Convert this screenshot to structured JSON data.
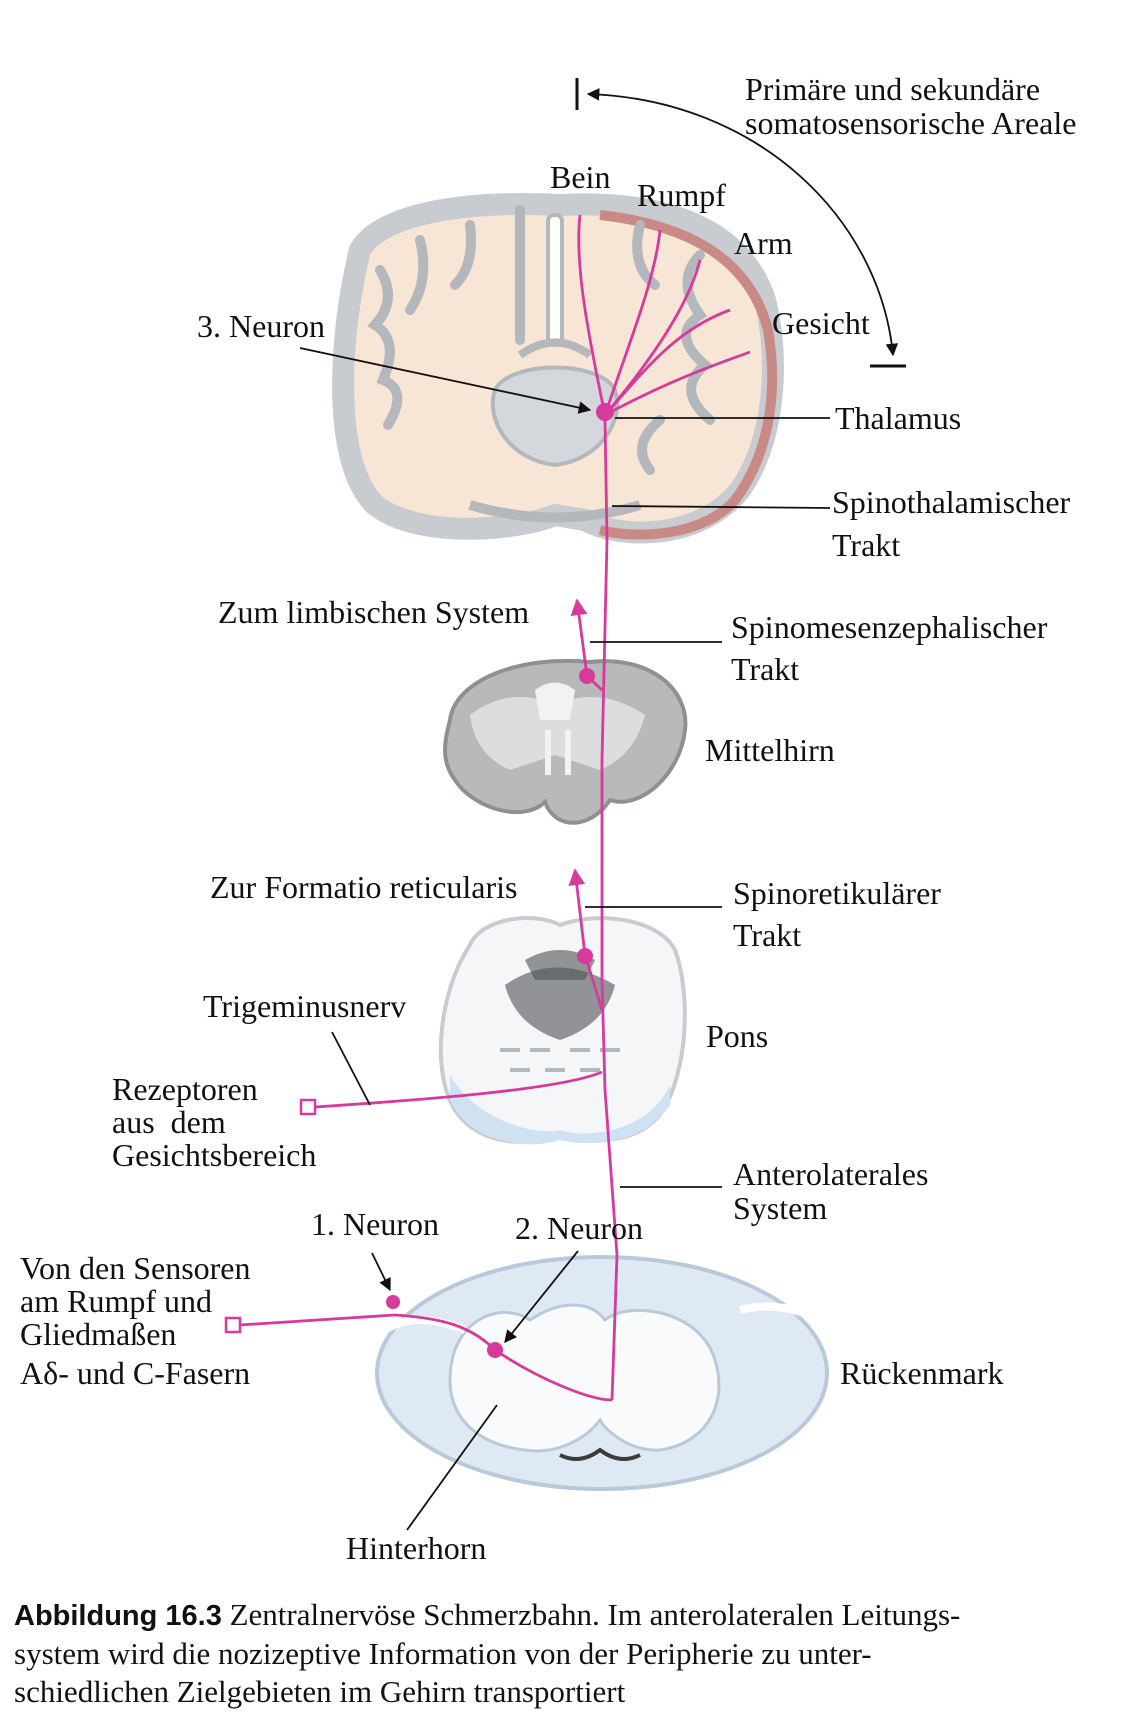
{
  "labels": {
    "areale_line1": "Primäre und sekundäre",
    "areale_line2": "somatosensorische Areale",
    "bein": "Bein",
    "rumpf": "Rumpf",
    "arm": "Arm",
    "gesicht": "Gesicht",
    "neuron3": "3. Neuron",
    "thalamus": "Thalamus",
    "spinothal_line1": "Spinothalamischer",
    "spinothal_line2": "Trakt",
    "limbisch": "Zum limbischen System",
    "spinomes_line1": "Spinomesenzephalischer",
    "spinomes_line2": "Trakt",
    "mittelhirn": "Mittelhirn",
    "formatio": "Zur Formatio reticularis",
    "spinoret_line1": "Spinoretikulärer",
    "spinoret_line2": "Trakt",
    "trigeminus": "Trigeminusnerv",
    "pons": "Pons",
    "rezeptoren_line1": "Rezeptoren",
    "rezeptoren_line2": "aus  dem",
    "rezeptoren_line3": "Gesichtsbereich",
    "anterolat_line1": "Anterolaterales",
    "anterolat_line2": "System",
    "neuron1": "1. Neuron",
    "neuron2": "2. Neuron",
    "sensoren_line1": "Von den Sensoren",
    "sensoren_line2": "am Rumpf und",
    "sensoren_line3": "Gliedmaßen",
    "fasern": "Aδ- und C-Fasern",
    "rueckenmark": "Rückenmark",
    "hinterhorn": "Hinterhorn"
  },
  "caption": {
    "figure_label": "Abbildung 16.3",
    "line1": " Zentralnervöse Schmerzbahn. Im anterolateralen Leitungs-",
    "line2": "system wird die nozizeptive Information von der Peripherie zu unter-",
    "line3": "schiedlichen Zielgebieten im Gehirn transportiert"
  },
  "colors": {
    "pathway": "#d63a9a",
    "cortex_gray": "#c8ccd0",
    "white_matter": "#f7e6d6",
    "cortex_red": "#c98a86",
    "spinal_blue": "#dfe9f4",
    "leader": "#111111"
  }
}
